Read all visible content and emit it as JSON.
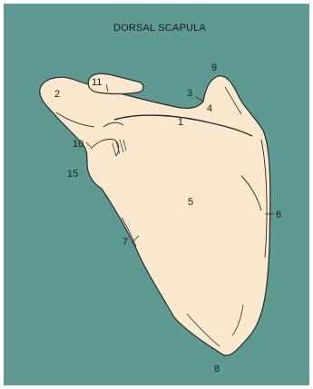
{
  "title": "DORSAL SCAPULA",
  "labels": {
    "l1": "1",
    "l2": "2",
    "l3": "3",
    "l4": "4",
    "l5": "5",
    "l6": "6",
    "l7": "7",
    "l8": "8",
    "l9": "9",
    "l10": "10",
    "l11": "11",
    "l15": "15"
  },
  "colors": {
    "background": "#5e9a91",
    "bone": "#fbe9cf",
    "line": "#2b2b2b"
  }
}
